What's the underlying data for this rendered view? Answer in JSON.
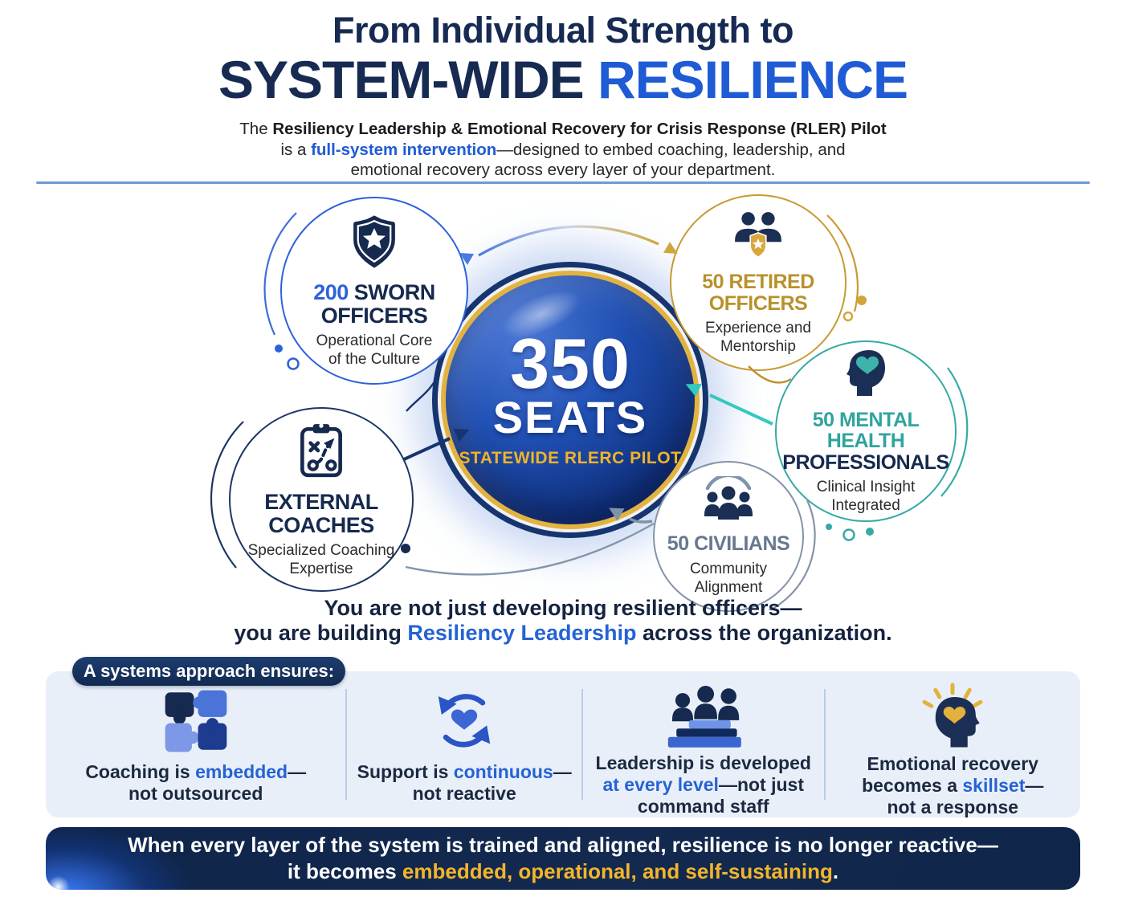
{
  "palette": {
    "navy": "#16294e",
    "blue": "#2563d4",
    "gold": "#c89a33",
    "teal": "#2fa49e",
    "slate": "#67788f",
    "footer_navy": "#13294f",
    "hub_gold_text": "#f0b429"
  },
  "header": {
    "title_line1": "From Individual Strength to",
    "title_line2_dark": "SYSTEM-WIDE ",
    "title_line2_accent": "RESILIENCE",
    "sub1_pre": "The ",
    "sub1_bold": "Resiliency Leadership & Emotional Recovery for Crisis Response (RLER) Pilot",
    "sub2_pre": "is a ",
    "sub2_accent": "full-system intervention",
    "sub2_post": "—designed to embed coaching, leadership, and",
    "sub3": "emotional recovery across every layer of your department."
  },
  "hub": {
    "number": "350",
    "label": "SEATS",
    "sublabel": "STATEWIDE RLERC PILOT"
  },
  "nodes": {
    "sworn": {
      "count": "200",
      "title": "SWORN OFFICERS",
      "desc1": "Operational Core",
      "desc2": "of the Culture"
    },
    "retired": {
      "count": "50",
      "title": "RETIRED OFFICERS",
      "desc1": "Experience and",
      "desc2": "Mentorship"
    },
    "mental": {
      "count": "50",
      "title1": "MENTAL HEALTH",
      "title2": "PROFESSIONALS",
      "desc1": "Clinical Insight",
      "desc2": "Integrated"
    },
    "civilians": {
      "count": "50",
      "title": "CIVILIANS",
      "desc1": "Community",
      "desc2": "Alignment"
    },
    "coaches": {
      "title": "EXTERNAL COACHES",
      "desc1": "Specialized Coaching",
      "desc2": "Expertise"
    }
  },
  "statement": {
    "line1": "You are not just developing resilient officers—",
    "line2_pre": "you are building ",
    "line2_accent": "Resiliency Leadership",
    "line2_post": " across the organization."
  },
  "systems": {
    "pill": "A systems approach ensures:",
    "item1": {
      "t1": "Coaching is ",
      "accent": "embedded",
      "t2": "—",
      "line2": "not outsourced"
    },
    "item2": {
      "t1": "Support is ",
      "accent": "continuous",
      "t2": "—",
      "line2": "not reactive"
    },
    "item3": {
      "line1": "Leadership is developed",
      "accent": "at every level",
      "t2": "—not just",
      "line3": "command staff"
    },
    "item4": {
      "line1": "Emotional recovery",
      "t1": "becomes a ",
      "accent": "skillset",
      "t2": "—",
      "line3": "not a response"
    }
  },
  "footer": {
    "line1": "When every layer of the system is trained and aligned, resilience is no longer reactive—",
    "line2_pre": "it becomes ",
    "line2_accent": "embedded, operational, and self-sustaining",
    "line2_post": "."
  }
}
